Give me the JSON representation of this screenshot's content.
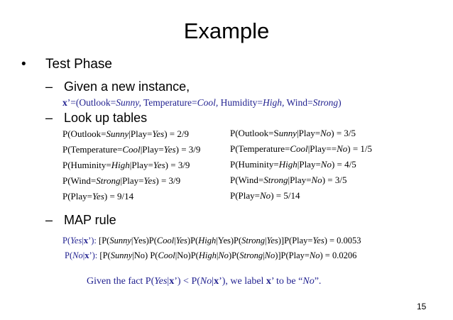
{
  "title": "Example",
  "bullet_symbol": "•",
  "test_phase": "Test Phase",
  "dash": "–",
  "given_new_instance": "Given a new instance,",
  "instance": {
    "x": "x",
    "prime_open": "’=(Outlook=",
    "outlook": "Sunny,",
    "temp_key": " Temperature=",
    "temp": "Cool,",
    "hum_key": " Humidity=",
    "hum": "High,",
    "wind_key": " Wind=",
    "wind": "Strong",
    "close": ")"
  },
  "lookup_tables": "Look up tables",
  "yes_table": [
    {
      "pre": "P(Outlook=",
      "val": "Sunny",
      "mid": "|Play=",
      "cls": "Yes",
      "post": ") = 2/9"
    },
    {
      "pre": "P(Temperature=",
      "val": "Cool",
      "mid": "|Play=",
      "cls": "Yes",
      "post": ") = 3/9"
    },
    {
      "pre": "P(Huminity=",
      "val": "High",
      "mid": "|Play=",
      "cls": "Yes",
      "post": ") = 3/9"
    },
    {
      "pre": "P(Wind=",
      "val": "Strong",
      "mid": "|Play=",
      "cls": "Yes",
      "post": ") = 3/9"
    },
    {
      "pre": "P(Play=",
      "cls": "Yes",
      "post": ") = 9/14"
    }
  ],
  "no_table": [
    {
      "pre": "P(Outlook=S",
      "val": "unny",
      "mid": "|Play=",
      "cls": "No",
      "post": ") = 3/5"
    },
    {
      "pre": "P(Temperature=",
      "val": "Cool",
      "mid": "|Play==",
      "cls": "No",
      "post": ") = 1/5"
    },
    {
      "pre": "P(Huminity=",
      "val": "High",
      "mid": "|Play=",
      "cls": "No",
      "post": ") = 4/5"
    },
    {
      "pre": "P(Wind=",
      "val": "Strong",
      "mid": "|Play=",
      "cls": "No",
      "post": ") = 3/5"
    },
    {
      "pre": "P(Play=",
      "cls": "No",
      "post": ") = 5/14"
    }
  ],
  "map_rule": "MAP rule",
  "map_yes": {
    "p": "P(",
    "cls": "Yes",
    "bar": "|",
    "x": "x",
    "prime": "’):",
    "formula_1": " [P(",
    "sunny": "Sunny",
    "f2": "|Yes)P(",
    "cool": "Cool",
    "f3": "|",
    "yes1": "Yes",
    "f4": ")P(",
    "high": "High",
    "f5": "|Yes)P(",
    "strong": "Strong",
    "f6": "|",
    "yes2": "Yes",
    "f7": ")]P(Play=",
    "yes3": "Yes",
    "result": ") = 0.0053"
  },
  "map_no": {
    "p": "P(",
    "cls": "No",
    "bar": "|",
    "x": "x",
    "prime": "’):",
    "formula_1": " [P(",
    "sunny": "Sunny",
    "f2": "|No) P(",
    "cool": "Cool",
    "f3": "|No)P(",
    "high": "High",
    "f4": "|",
    "no1": "No",
    "f5": ")P(",
    "strong": "Strong",
    "f6": "|",
    "no2": "No",
    "f7": ")]P(Play=",
    "no3": "No",
    "result": ") = 0.0206"
  },
  "conclusion": {
    "a": "Given the fact P(",
    "yes": "Yes",
    "b": "|",
    "x1": "x",
    "c": "’) < P(",
    "no": "No",
    "d": "|",
    "x2": "x",
    "e": "’), we label ",
    "x3": "x",
    "f": "’ to be “",
    "no2": "No",
    "g": "”."
  },
  "page_number": "15",
  "colors": {
    "navy": "#1f1f8f",
    "text": "#000000",
    "background": "#ffffff"
  }
}
